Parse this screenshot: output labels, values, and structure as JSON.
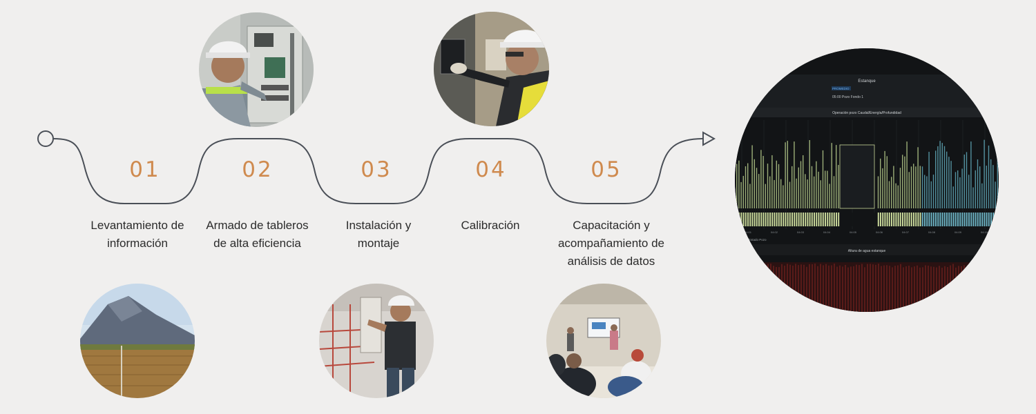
{
  "steps": [
    {
      "number": "01",
      "label": "Levantamiento de información",
      "photo_icon": "mountain-field-photo-icon"
    },
    {
      "number": "02",
      "label": "Armado de tableros de alta eficiencia",
      "photo_icon": "worker-electrical-panel-photo-icon"
    },
    {
      "number": "03",
      "label": "Instalación y montaje",
      "photo_icon": "worker-installation-photo-icon"
    },
    {
      "number": "04",
      "label": "Calibración",
      "photo_icon": "worker-calibration-photo-icon"
    },
    {
      "number": "05",
      "label": "Capacitación y acompañamiento de análisis de datos",
      "photo_icon": "training-meeting-photo-icon"
    }
  ],
  "dashboard": {
    "panel_title": "Estanque",
    "panel_badge": "PROMEDIO",
    "panel_value": "05:00 Pozo Fondo 1",
    "chart_title": "Operación pozo Caudal/Energía/Profundidad",
    "chart2_title": "Altura de agua estanque",
    "legend": "Estado Pozo",
    "x_ticks": [
      "04:01",
      "04:02",
      "04:03",
      "04:04",
      "04:05",
      "04:06",
      "04:07",
      "04:08",
      "04:09",
      "04:10"
    ]
  },
  "colors": {
    "background": "#f0efee",
    "accent": "#cf8a4e",
    "line": "#4a4f57",
    "text": "#2b2b2b"
  }
}
